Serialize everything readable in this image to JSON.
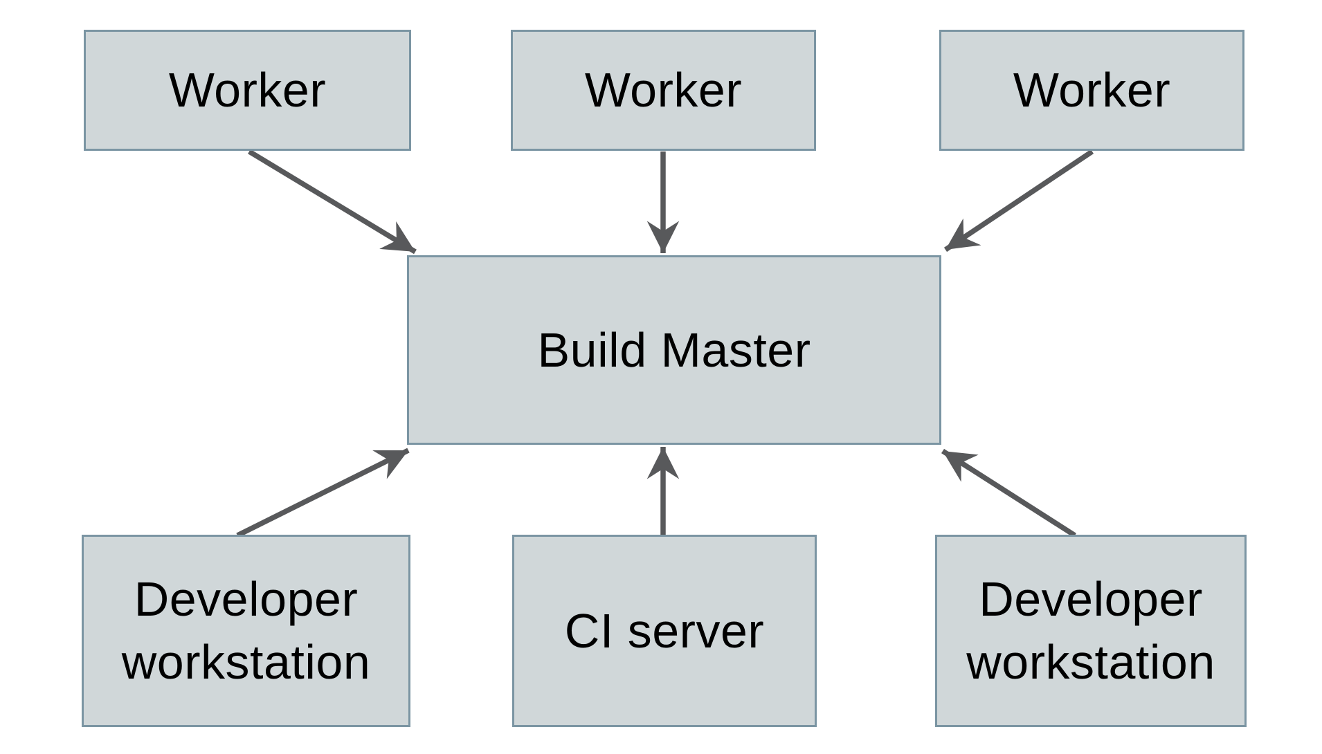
{
  "diagram": {
    "background_color": "#ffffff",
    "node_fill_color": "#d0d7d9",
    "node_border_color": "#7b95a3",
    "arrow_color": "#58595b",
    "text_color": "#000000",
    "nodes": [
      {
        "id": "worker-1",
        "label": "Worker"
      },
      {
        "id": "worker-2",
        "label": "Worker"
      },
      {
        "id": "worker-3",
        "label": "Worker"
      },
      {
        "id": "build-master",
        "label": "Build Master"
      },
      {
        "id": "developer-workstation-1",
        "label": "Developer workstation"
      },
      {
        "id": "ci-server",
        "label": "CI server"
      },
      {
        "id": "developer-workstation-2",
        "label": "Developer workstation"
      }
    ],
    "edges": [
      {
        "from": "worker-1",
        "to": "build-master"
      },
      {
        "from": "worker-2",
        "to": "build-master"
      },
      {
        "from": "worker-3",
        "to": "build-master"
      },
      {
        "from": "developer-workstation-1",
        "to": "build-master"
      },
      {
        "from": "ci-server",
        "to": "build-master"
      },
      {
        "from": "developer-workstation-2",
        "to": "build-master"
      }
    ]
  }
}
